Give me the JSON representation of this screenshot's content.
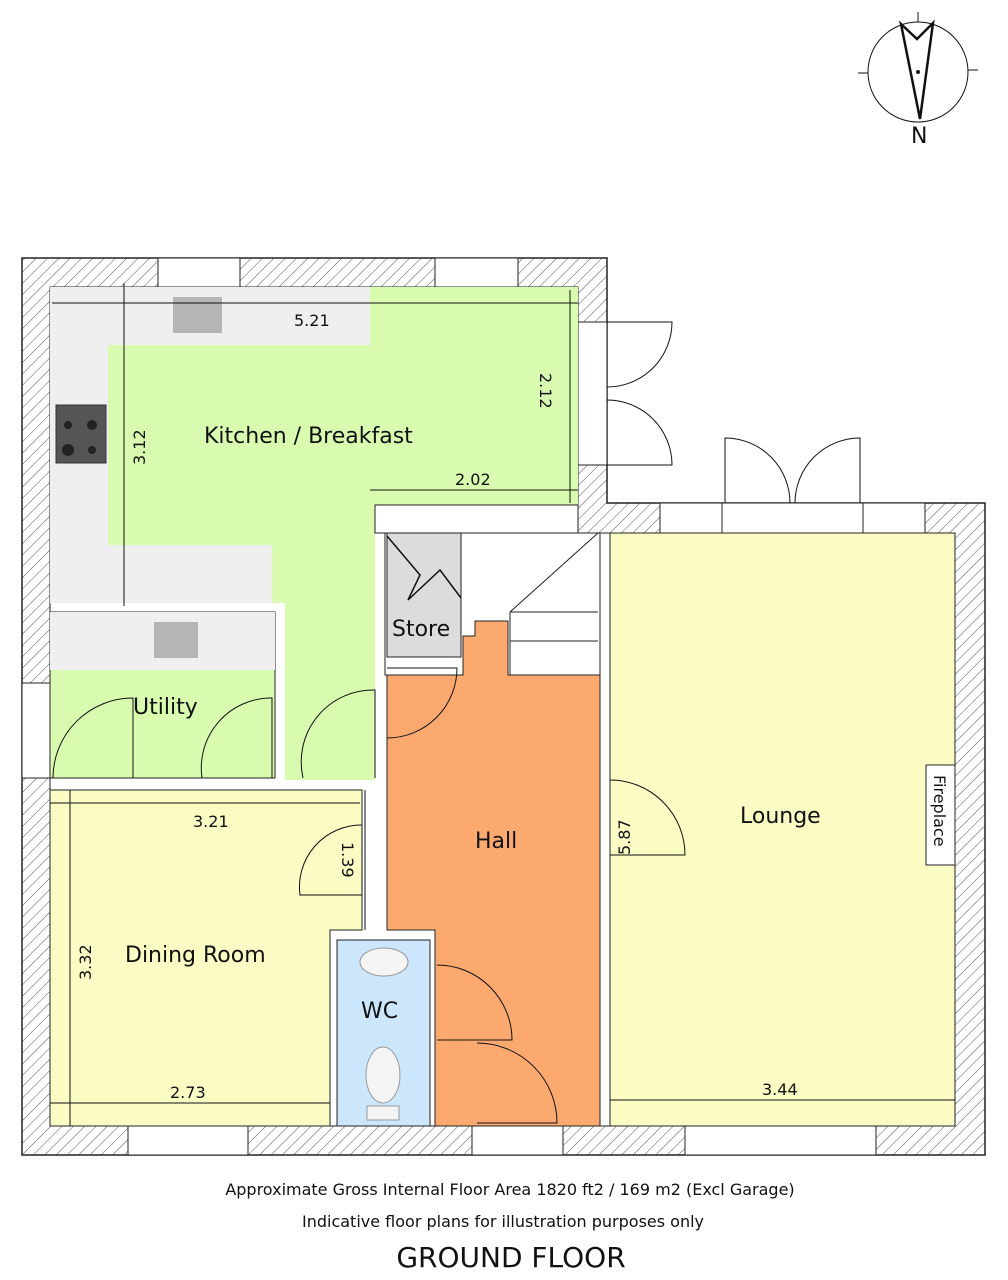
{
  "compass": {
    "label": "N"
  },
  "rooms": {
    "kitchen": "Kitchen / Breakfast",
    "store": "Store",
    "utility": "Utility",
    "hall": "Hall",
    "lounge": "Lounge",
    "dining": "Dining Room",
    "wc": "WC",
    "fireplace": "Fireplace"
  },
  "dimensions": {
    "kitchen_width": "5.21",
    "kitchen_depth": "3.12",
    "kitchen_right_depth": "2.12",
    "kitchen_right_width": "2.02",
    "dining_width": "3.21",
    "dining_depth": "3.32",
    "dining_bottom_width": "2.73",
    "dining_recess": "1.39",
    "lounge_depth": "5.87",
    "lounge_width": "3.44"
  },
  "footer": {
    "area": "Approximate Gross Internal Floor Area 1820 ft2  /  169 m2 (Excl Garage)",
    "disclaimer": "Indicative floor plans for illustration purposes only",
    "floor": "GROUND FLOOR"
  },
  "colors": {
    "kitchen": "#d9fbb0",
    "yellow": "#fbfcc4",
    "hall": "#fba96f",
    "wc": "#cce6fc",
    "counter": "#efefef",
    "store": "#dcdcdc"
  }
}
